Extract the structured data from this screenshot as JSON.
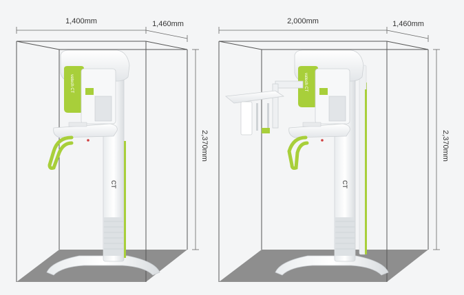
{
  "panels": [
    {
      "width_label": "1,400mm",
      "depth_label": "1,460mm",
      "height_label": "2,370mm",
      "unit_logo_text": "CT",
      "has_ceph_arm": false
    },
    {
      "width_label": "2,000mm",
      "depth_label": "1,460mm",
      "height_label": "2,370mm",
      "unit_logo_text": "CT",
      "has_ceph_arm": true
    }
  ],
  "colors": {
    "accent": "#a8cf3a",
    "floor": "#8e8e8e",
    "box_line": "#555555",
    "unit_body": "#ffffff",
    "unit_shade": "#dfe3e6"
  }
}
